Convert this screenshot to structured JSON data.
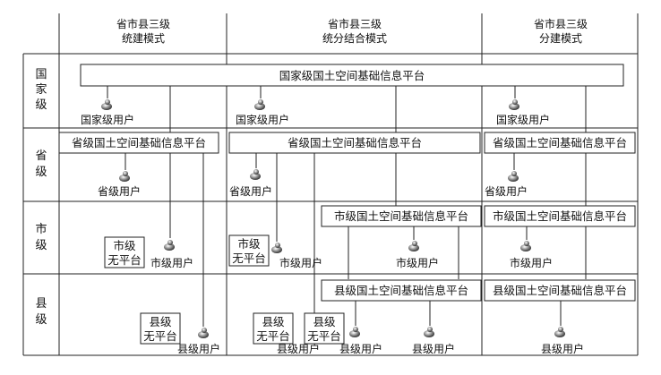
{
  "columns": [
    {
      "line1": "省市县三级",
      "line2": "统建模式"
    },
    {
      "line1": "省市县三级",
      "line2": "统分结合模式"
    },
    {
      "line1": "省市县三级",
      "line2": "分建模式"
    }
  ],
  "rows": [
    {
      "label": [
        "国",
        "家",
        "级"
      ]
    },
    {
      "label": [
        "省",
        "级"
      ]
    },
    {
      "label": [
        "市",
        "级"
      ]
    },
    {
      "label": [
        "县",
        "级"
      ]
    }
  ],
  "platforms": {
    "national": "国家级国土空间基础信息平台",
    "province": "省级国土空间基础信息平台",
    "city": "市级国土空间基础信息平台",
    "county": "县级国土空间基础信息平台"
  },
  "users": {
    "national": "国家级用户",
    "province": "省级用户",
    "city": "市级用户",
    "county": "县级用户"
  },
  "no_platform": {
    "city": {
      "line1": "市级",
      "line2": "无平台"
    },
    "county": {
      "line1": "县级",
      "line2": "无平台"
    }
  }
}
